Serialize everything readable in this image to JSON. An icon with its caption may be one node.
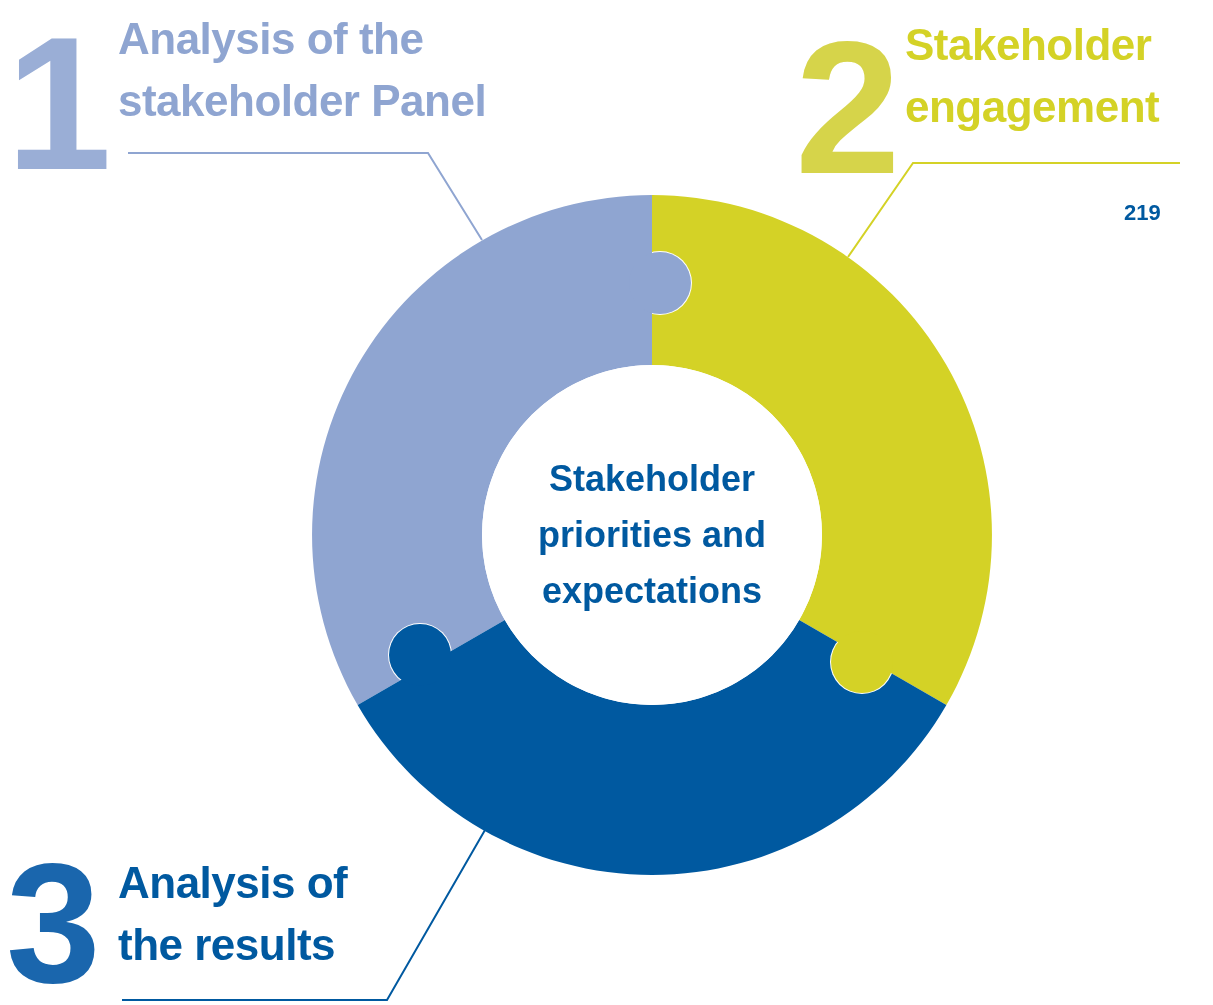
{
  "diagram": {
    "nodes": [
      {
        "text": [
          "1",
          "Analysis of the stakeholder Panel"
        ]
      },
      {
        "text": [
          "2",
          "Stakeholder engagement"
        ]
      },
      {
        "text": [
          "3",
          "Analysis of the results"
        ]
      },
      {
        "text": [],
        "shape": "arc"
      },
      {
        "text": [],
        "shape": "arc"
      },
      {
        "text": [],
        "shape": "arc"
      },
      {
        "text": [
          "Stakeholder priorities and expectations"
        ]
      }
    ],
    "edges": [
      {
        "from": 0,
        "to": 3,
        "arrow": "none",
        "color": "#8fa5d1"
      },
      {
        "from": 1,
        "to": 4,
        "arrow": "none",
        "color": "#d4d226"
      },
      {
        "from": 2,
        "to": 5,
        "arrow": "none",
        "color": "#0059a0"
      }
    ],
    "labels": [
      "219"
    ]
  }
}
